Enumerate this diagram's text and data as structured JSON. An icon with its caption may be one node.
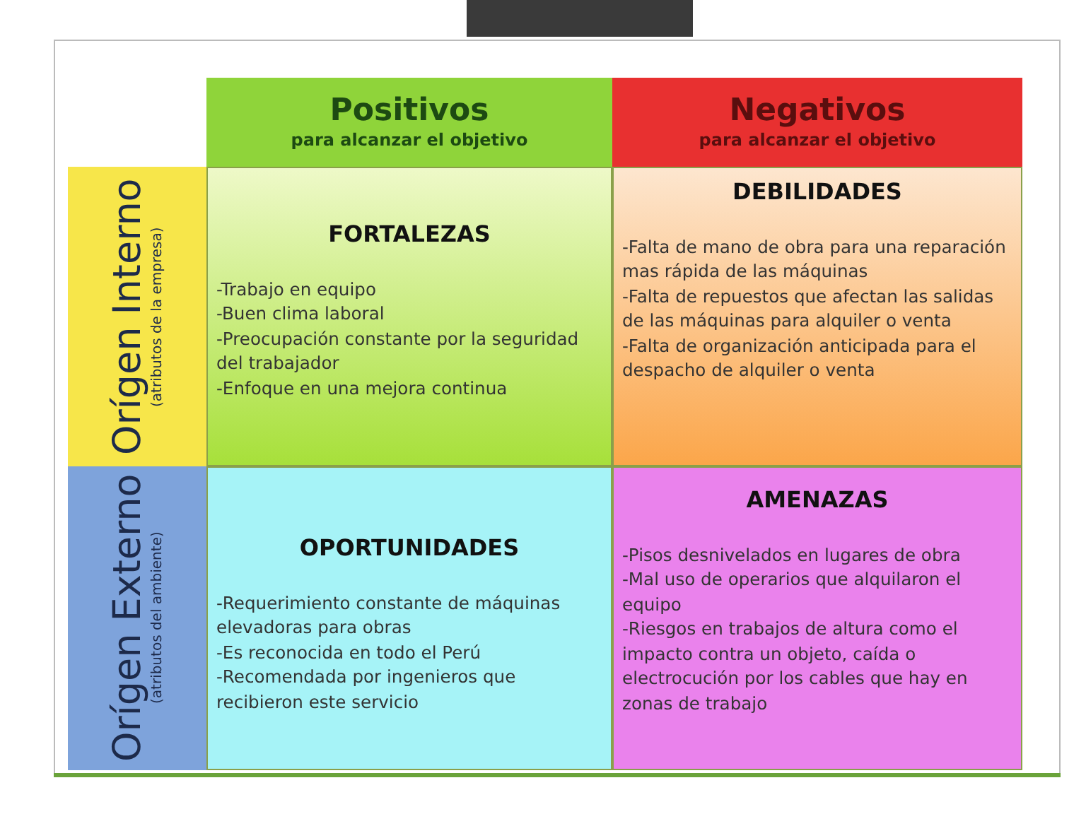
{
  "diagram": {
    "nodes": [
      {
        "text": [
          "Positivos",
          "para alcanzar el objetivo"
        ]
      },
      {
        "text": [
          "Negativos",
          "para alcanzar el objetivo"
        ]
      },
      {
        "text": [
          "Orígen Interno",
          "(atributos de la empresa)"
        ]
      },
      {
        "text": [
          "FORTALEZAS",
          "-Trabajo en equipo",
          "-Buen clima laboral",
          "-Preocupación constante por la seguridad del trabajador",
          "-Enfoque en una mejora continua"
        ]
      },
      {
        "text": [
          "DEBILIDADES",
          "-Falta de mano de obra para una reparación mas rápida de las máquinas",
          "-Falta de repuestos que afectan las salidas de las máquinas para alquiler o venta",
          "-Falta de organización anticipada para el despacho de alquiler o venta"
        ]
      },
      {
        "text": [
          "Orígen Externo",
          "(atributos del ambiente)"
        ]
      },
      {
        "text": [
          "OPORTUNIDADES",
          "-Requerimiento constante de máquinas elevadoras para obras",
          "-Es reconocida en todo el Perú",
          "-Recomendada por ingenieros que recibieron este servicio"
        ]
      },
      {
        "text": [
          "AMENAZAS",
          "-Pisos desnivelados en lugares de obra",
          "-Mal uso de operarios que alquilaron el equipo",
          "-Riesgos en trabajos de altura como el impacto contra un objeto, caída o electrocución por los cables que hay en zonas de trabajo"
        ]
      },
      {
        "text": [],
        "shape": "bar"
      }
    ]
  }
}
